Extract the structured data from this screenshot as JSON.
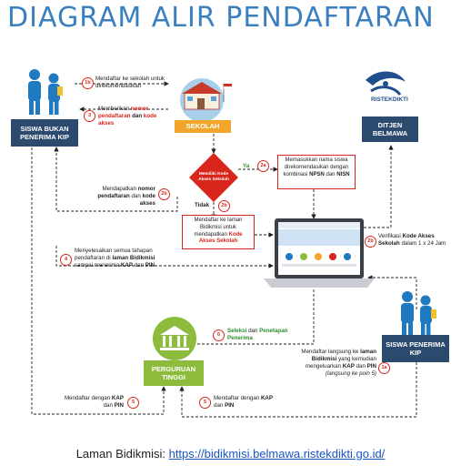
{
  "title": "DIAGRAM ALIR PENDAFTARAN",
  "nodes": {
    "siswa_bukan": "SISWA BUKAN PENERIMA KIP",
    "sekolah": "SEKOLAH",
    "ditjen": "DITJEN BELMAWA",
    "ristek_logo": "RISTEKDIKTI",
    "decision": "Memiliki Kode Akses Sekolah",
    "siswa_kip": "SISWA PENERIMA KIP",
    "pt": "PERGURUAN TINGGI"
  },
  "yes_label": "Ya",
  "no_label": "Tidak",
  "steps": {
    "s1b": {
      "num": "1b",
      "text": "Mendaftar ke sekolah untuk direkomendasikan"
    },
    "s3": {
      "num": "3",
      "text_a": "Memberikan",
      "text_b": "nomor pendaftaran",
      "text_c": "dan",
      "text_d": "kode akses"
    },
    "s2b_left": {
      "num": "2b",
      "text_a": "Mendapatkan",
      "text_b": "nomor pendaftaran",
      "text_c": "dan",
      "text_d": "kode akses"
    },
    "s2a": {
      "num": "2a",
      "text_a": "Memasukkan nama siswa direkomendasikan dengan kombinasi",
      "text_b": "NPSN",
      "text_c": "dan",
      "text_d": "NISN"
    },
    "s2b_mid": {
      "num": "2b",
      "text_a": "Mendaftar ke laman Bidikmisi untuk mendapatkan",
      "text_b": "Kode Akses Sekolah"
    },
    "s2b_right": {
      "num": "2b",
      "text_a": "Verifikasi",
      "text_b": "Kode Akses Sekolah",
      "text_c": "dalam 1 x 24 Jam"
    },
    "s4": {
      "num": "4",
      "text_a": "Menyelesaikan semua tahapan pendaftaran di",
      "text_b": "laman Bidikmisi",
      "text_c": "sampai menerima",
      "text_d": "KAP",
      "text_e": "dan",
      "text_f": "PIN"
    },
    "s6": {
      "num": "6",
      "text_a": "Seleksi",
      "text_b": "dan",
      "text_c": "Penetapan Penerima"
    },
    "s1a": {
      "num": "1a",
      "text_a": "Mendaftar langsung ke",
      "text_b": "laman Bidikmisi",
      "text_c": "yang kemudian mengeluarkan",
      "text_d": "KAP",
      "text_e": "dan",
      "text_f": "PIN",
      "text_g": "(langsung ke poin 5)"
    },
    "s5_left": {
      "num": "5",
      "text_a": "Mendaftar dengan",
      "text_b": "KAP",
      "text_c": "dan",
      "text_d": "PIN"
    },
    "s5_right": {
      "num": "5",
      "text_a": "Mendaftar dengan",
      "text_b": "KAP",
      "text_c": "dan",
      "text_d": "PIN"
    }
  },
  "footer": {
    "label": "Laman Bidikmisi:",
    "url": "https://bidikmisi.belmawa.ristekdikti.go.id/"
  },
  "colors": {
    "title": "#3a7fbf",
    "dark_box": "#2c4a6e",
    "orange_box": "#f2a52a",
    "green_box": "#8dbb3c",
    "red_diamond": "#d9261c",
    "accent_red": "#d9261c"
  }
}
